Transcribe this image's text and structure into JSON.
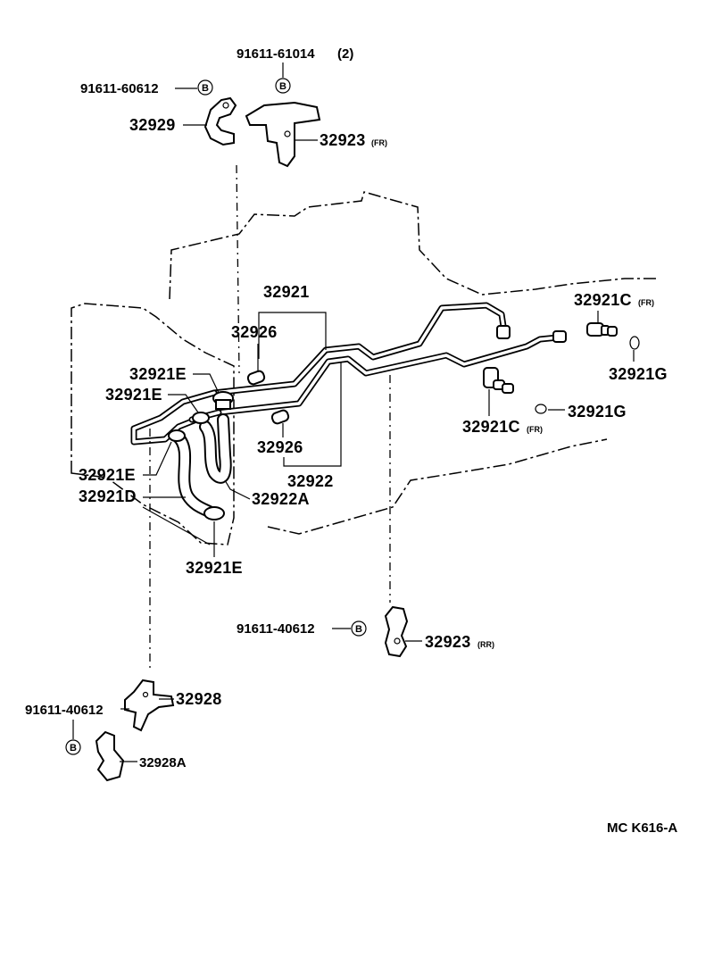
{
  "labels": {
    "p91611_61014": "91611-61014",
    "p91611_61014_qty": "(2)",
    "p91611_60612": "91611-60612",
    "p32929": "32929",
    "p32923_fr": "32923",
    "p32923_fr_sub": "(FR)",
    "p32921": "32921",
    "p32926_top": "32926",
    "p32921c_fr_top": "32921C",
    "p32921c_fr_top_sub": "(FR)",
    "p32921g_top": "32921G",
    "p32921e_1": "32921E",
    "p32921e_2": "32921E",
    "p32921e_3": "32921E",
    "p32921d": "32921D",
    "p32922a": "32922A",
    "p32926_bot": "32926",
    "p32922": "32922",
    "p32921g_bot": "32921G",
    "p32921c_fr_bot": "32921C",
    "p32921c_fr_bot_sub": "(FR)",
    "p32921e_4": "32921E",
    "p91611_40612_mid": "91611-40612",
    "p32923_rr": "32923",
    "p32923_rr_sub": "(RR)",
    "p32928": "32928",
    "p91611_40612_left": "91611-40612",
    "p32928a": "32928A",
    "code": "MC K616-A"
  },
  "bolt_marker": "B"
}
